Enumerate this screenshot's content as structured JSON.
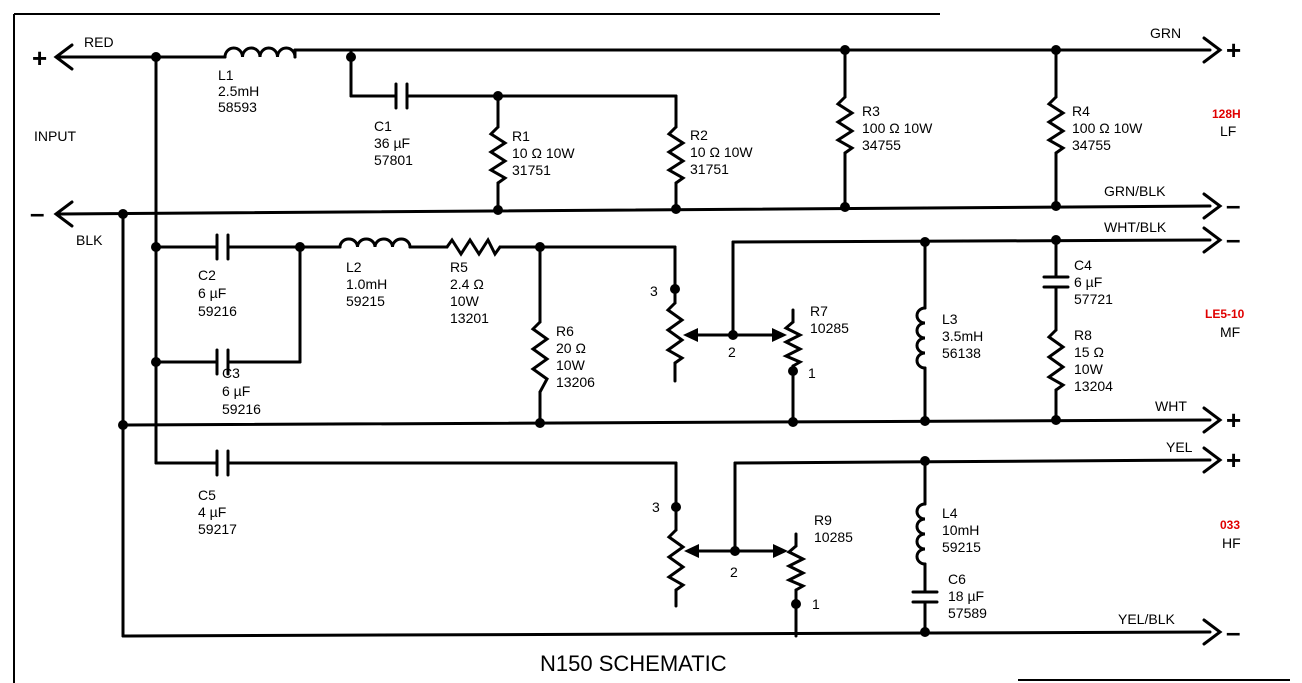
{
  "title": "N150 SCHEMATIC",
  "input": {
    "label": "INPUT",
    "plus": "+",
    "minus": "–",
    "red": "RED",
    "blk": "BLK"
  },
  "outputs": {
    "grn": "GRN",
    "grn_blk": "GRN/BLK",
    "wht_blk": "WHT/BLK",
    "wht": "WHT",
    "yel": "YEL",
    "yel_blk": "YEL/BLK",
    "plus": "+",
    "minus": "–"
  },
  "sections": {
    "lf": {
      "code": "128H",
      "band": "LF"
    },
    "mf": {
      "code": "LE5-10",
      "band": "MF"
    },
    "hf": {
      "code": "033",
      "band": "HF"
    },
    "code_color": "#e00000"
  },
  "components": {
    "L1": {
      "name": "L1",
      "value": "2.5mH",
      "part": "58593"
    },
    "C1": {
      "name": "C1",
      "value": "36 µF",
      "part": "57801"
    },
    "R1": {
      "name": "R1",
      "value": "10 Ω 10W",
      "part": "31751"
    },
    "R2": {
      "name": "R2",
      "value": "10 Ω 10W",
      "part": "31751"
    },
    "R3": {
      "name": "R3",
      "value": "100 Ω 10W",
      "part": "34755"
    },
    "R4": {
      "name": "R4",
      "value": "100 Ω 10W",
      "part": "34755"
    },
    "C2": {
      "name": "C2",
      "value": "6 µF",
      "part": "59216"
    },
    "C3": {
      "name": "C3",
      "value": "6 µF",
      "part": "59216"
    },
    "L2": {
      "name": "L2",
      "value": "1.0mH",
      "part": "59215"
    },
    "R5": {
      "name": "R5",
      "value": "2.4 Ω",
      "rating": "10W",
      "part": "13201"
    },
    "R6": {
      "name": "R6",
      "value": "20 Ω",
      "rating": "10W",
      "part": "13206"
    },
    "R7": {
      "name": "R7",
      "part": "10285",
      "pin1": "1",
      "pin2": "2",
      "pin3": "3"
    },
    "L3": {
      "name": "L3",
      "value": "3.5mH",
      "part": "56138"
    },
    "C4": {
      "name": "C4",
      "value": "6 µF",
      "part": "57721"
    },
    "R8": {
      "name": "R8",
      "value": "15 Ω",
      "rating": "10W",
      "part": "13204"
    },
    "C5": {
      "name": "C5",
      "value": "4 µF",
      "part": "59217"
    },
    "R9": {
      "name": "R9",
      "part": "10285",
      "pin1": "1",
      "pin2": "2",
      "pin3": "3"
    },
    "L4": {
      "name": "L4",
      "value": "10mH",
      "part": "59215"
    },
    "C6": {
      "name": "C6",
      "value": "18 µF",
      "part": "57589"
    }
  }
}
